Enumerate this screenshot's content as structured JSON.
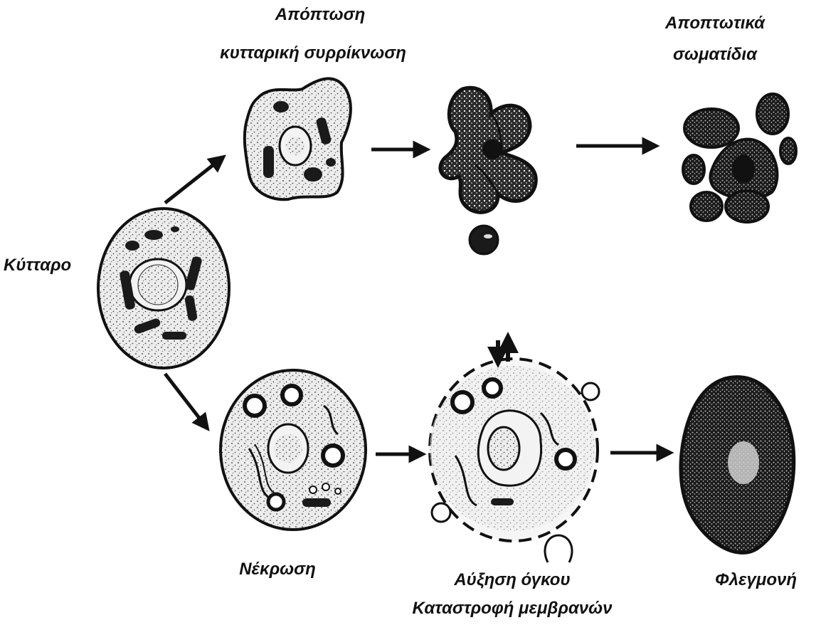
{
  "labels": {
    "cell": "Κύτταρο",
    "apoptosis_title": "Απόπτωση",
    "apoptosis_subtitle": "κυτταρική συρρίκνωση",
    "apoptotic_bodies_line1": "Αποπτωτικά",
    "apoptotic_bodies_line2": "σωματίδια",
    "necrosis": "Νέκρωση",
    "volume_increase": "Αύξηση όγκου",
    "membrane_destruction": "Καταστροφή μεμβρανών",
    "inflammation": "Φλεγμονή"
  },
  "colors": {
    "ink": "#111111",
    "cytoplasm": "#e9e9e9",
    "dark": "#1a1a1a",
    "paper": "#ffffff"
  }
}
